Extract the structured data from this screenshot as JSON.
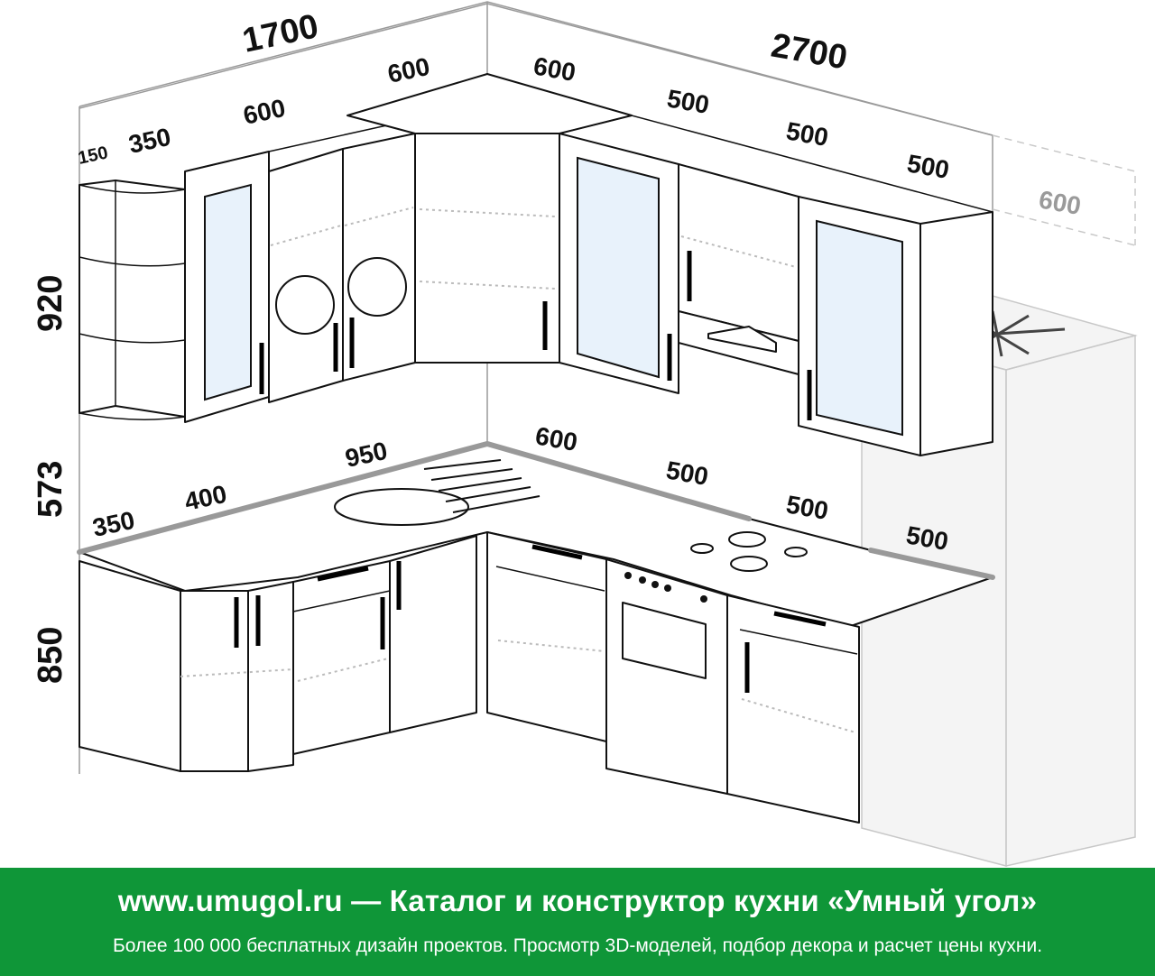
{
  "diagram": {
    "dimensions": {
      "wall_left_total": "1700",
      "wall_right_total": "2700",
      "upper_left_150": "150",
      "upper_left_350": "350",
      "upper_left_600": "600",
      "upper_corner_left": "600",
      "upper_corner_right": "600",
      "upper_right_500_a": "500",
      "upper_right_500_b": "500",
      "upper_right_500_c": "500",
      "upper_fridge_600": "600",
      "height_upper": "920",
      "height_backsplash": "573",
      "height_lower": "850",
      "base_350": "350",
      "base_400": "400",
      "base_950": "950",
      "base_600": "600",
      "base_500_a": "500",
      "base_500_b": "500",
      "base_500_c": "500"
    },
    "icons": {
      "cutlery": "cutlery-icon",
      "snowflake": "snowflake-icon"
    },
    "colors": {
      "footer_bg": "#0f9638",
      "glass": "#e8f2fb",
      "counter_edge": "#999999"
    }
  },
  "footer": {
    "title": "www.umugol.ru — Каталог и конструктор кухни «Умный угол»",
    "subtitle": "Более 100 000 бесплатных дизайн проектов. Просмотр 3D-моделей, подбор декора и расчет цены кухни."
  }
}
